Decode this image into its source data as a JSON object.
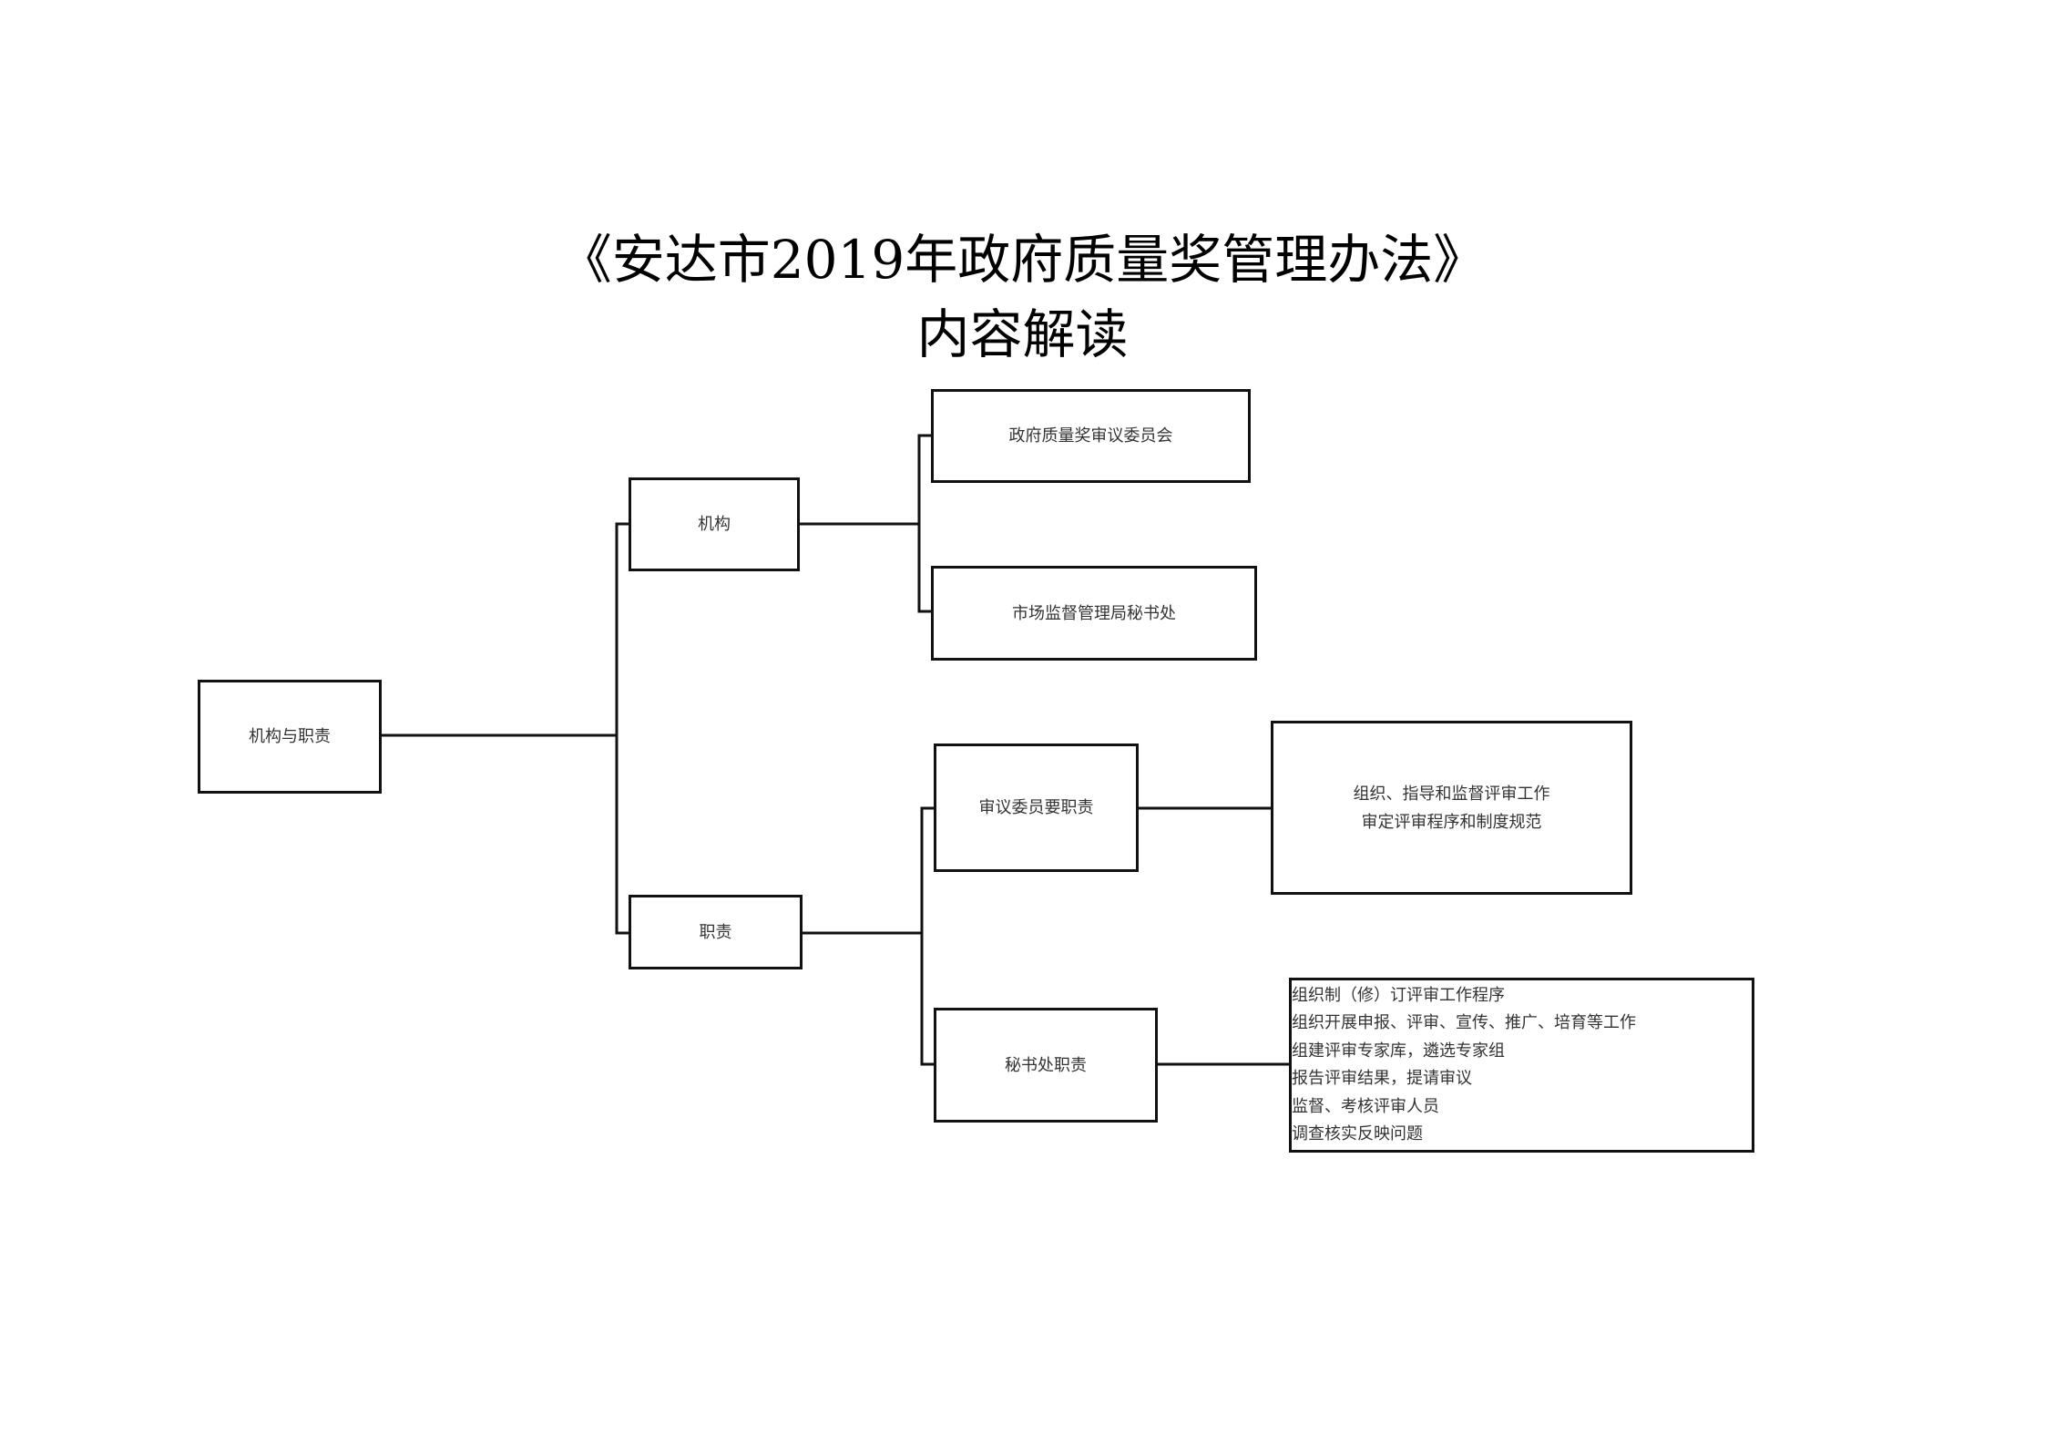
{
  "title": {
    "line1": "《安达市2019年政府质量奖管理办法》",
    "line2": "内容解读"
  },
  "root": "机构与职责",
  "branches": {
    "org": {
      "label": "机构",
      "children": [
        "政府质量奖审议委员会",
        "市场监督管理局秘书处"
      ]
    },
    "duty": {
      "label": "职责",
      "committee": {
        "label": "审议委员要职责",
        "items": [
          "组织、指导和监督评审工作",
          "审定评审程序和制度规范"
        ]
      },
      "secretariat": {
        "label": "秘书处职责",
        "items": [
          "组织制（修）订评审工作程序",
          "组织开展申报、评审、宣传、推广、培育等工作",
          "组建评审专家库，遴选专家组",
          "报告评审结果，提请审议",
          "监督、考核评审人员",
          "调查核实反映问题"
        ]
      }
    }
  }
}
